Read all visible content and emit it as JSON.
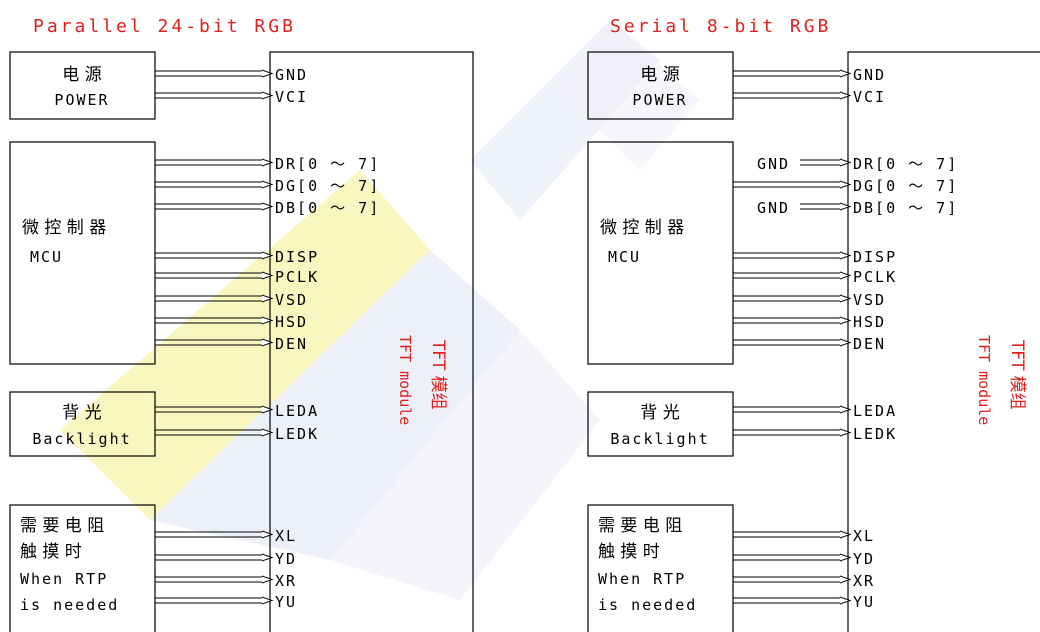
{
  "left": {
    "title": "Parallel 24-bit RGB",
    "blocks": {
      "power": {
        "line1": "电 源",
        "line2": "POWER"
      },
      "mcu": {
        "line1": "微 控 制 器",
        "line2": "MCU"
      },
      "backlight": {
        "line1": "背 光",
        "line2": "Backlight"
      },
      "rtp": {
        "line1": "需 要 电 阻",
        "line2": "触 摸 时",
        "line3": "When RTP",
        "line4": "is needed"
      }
    },
    "pins": {
      "gnd": "GND",
      "vci": "VCI",
      "dr": "DR[0 ～ 7]",
      "dg": "DG[0 ～ 7]",
      "db": "DB[0 ～ 7]",
      "disp": "DISP",
      "pclk": "PCLK",
      "vsd": "VSD",
      "hsd": "HSD",
      "den": "DEN",
      "leda": "LEDA",
      "ledk": "LEDK",
      "xl": "XL",
      "yd": "YD",
      "xr": "XR",
      "yu": "YU"
    },
    "module": {
      "line1": "TFT 模组",
      "line2": "TFT module"
    }
  },
  "right": {
    "title": "Serial 8-bit RGB",
    "blocks": {
      "power": {
        "line1": "电 源",
        "line2": "POWER"
      },
      "mcu": {
        "line1": "微 控 制 器",
        "line2": "MCU"
      },
      "backlight": {
        "line1": "背 光",
        "line2": "Backlight"
      },
      "rtp": {
        "line1": "需 要 电 阻",
        "line2": "触 摸 时",
        "line3": "When RTP",
        "line4": "is needed"
      }
    },
    "pins": {
      "gnd": "GND",
      "vci": "VCI",
      "dr": "DR[0 ～ 7]",
      "dg": "DG[0 ～ 7]",
      "db": "DB[0 ～ 7]",
      "disp": "DISP",
      "pclk": "PCLK",
      "vsd": "VSD",
      "hsd": "HSD",
      "den": "DEN",
      "leda": "LEDA",
      "ledk": "LEDK",
      "xl": "XL",
      "yd": "YD",
      "xr": "XR",
      "yu": "YU"
    },
    "gnd_labels": {
      "dr": "GND",
      "db": "GND"
    },
    "module": {
      "line1": "TFT 模组",
      "line2": "TFT module"
    }
  },
  "colors": {
    "title": "#e0201c",
    "module_label": "#e0201c",
    "line": "#000000",
    "watermark_blue": "#dfe3f3",
    "watermark_yellow": "#f6f3a0"
  }
}
